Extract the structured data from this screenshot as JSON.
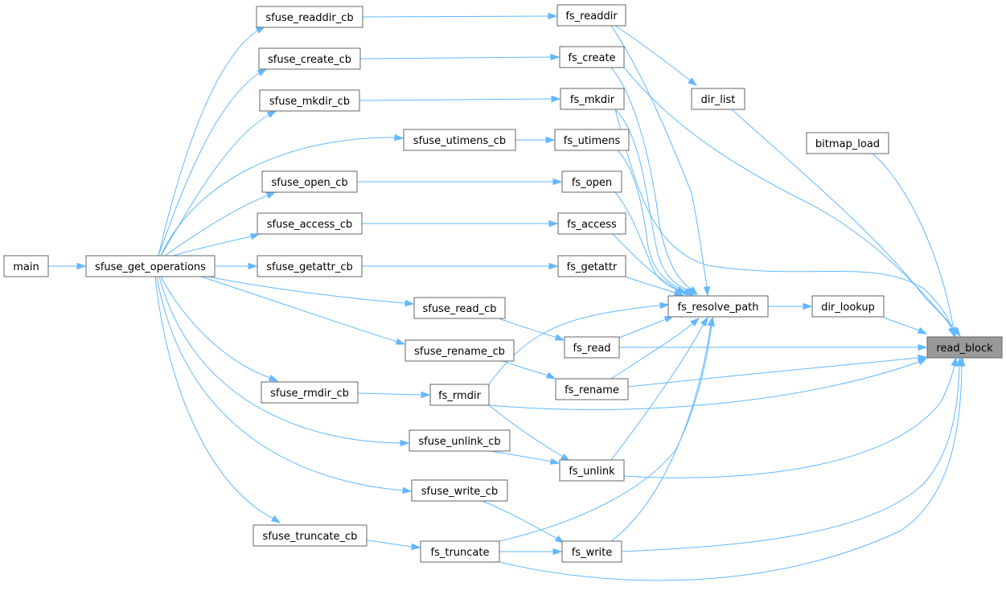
{
  "graph": {
    "highlighted": "read_block",
    "edge_color": "#63b8ff",
    "node_border_color": "#666666",
    "highlight_fill": "#999999",
    "nodes": [
      {
        "id": "main",
        "label": "main"
      },
      {
        "id": "sfuse_get_operations",
        "label": "sfuse_get_operations"
      },
      {
        "id": "sfuse_readdir_cb",
        "label": "sfuse_readdir_cb"
      },
      {
        "id": "sfuse_create_cb",
        "label": "sfuse_create_cb"
      },
      {
        "id": "sfuse_mkdir_cb",
        "label": "sfuse_mkdir_cb"
      },
      {
        "id": "sfuse_utimens_cb",
        "label": "sfuse_utimens_cb"
      },
      {
        "id": "sfuse_open_cb",
        "label": "sfuse_open_cb"
      },
      {
        "id": "sfuse_access_cb",
        "label": "sfuse_access_cb"
      },
      {
        "id": "sfuse_getattr_cb",
        "label": "sfuse_getattr_cb"
      },
      {
        "id": "sfuse_read_cb",
        "label": "sfuse_read_cb"
      },
      {
        "id": "sfuse_rename_cb",
        "label": "sfuse_rename_cb"
      },
      {
        "id": "sfuse_rmdir_cb",
        "label": "sfuse_rmdir_cb"
      },
      {
        "id": "sfuse_unlink_cb",
        "label": "sfuse_unlink_cb"
      },
      {
        "id": "sfuse_write_cb",
        "label": "sfuse_write_cb"
      },
      {
        "id": "sfuse_truncate_cb",
        "label": "sfuse_truncate_cb"
      },
      {
        "id": "fs_readdir",
        "label": "fs_readdir"
      },
      {
        "id": "fs_create",
        "label": "fs_create"
      },
      {
        "id": "fs_mkdir",
        "label": "fs_mkdir"
      },
      {
        "id": "fs_utimens",
        "label": "fs_utimens"
      },
      {
        "id": "fs_open",
        "label": "fs_open"
      },
      {
        "id": "fs_access",
        "label": "fs_access"
      },
      {
        "id": "fs_getattr",
        "label": "fs_getattr"
      },
      {
        "id": "fs_read",
        "label": "fs_read"
      },
      {
        "id": "fs_rename",
        "label": "fs_rename"
      },
      {
        "id": "fs_rmdir",
        "label": "fs_rmdir"
      },
      {
        "id": "fs_unlink",
        "label": "fs_unlink"
      },
      {
        "id": "fs_truncate",
        "label": "fs_truncate"
      },
      {
        "id": "fs_write",
        "label": "fs_write"
      },
      {
        "id": "dir_list",
        "label": "dir_list"
      },
      {
        "id": "bitmap_load",
        "label": "bitmap_load"
      },
      {
        "id": "fs_resolve_path",
        "label": "fs_resolve_path"
      },
      {
        "id": "dir_lookup",
        "label": "dir_lookup"
      },
      {
        "id": "read_block",
        "label": "read_block"
      }
    ],
    "edges": [
      {
        "from": "main",
        "to": "sfuse_get_operations"
      },
      {
        "from": "sfuse_get_operations",
        "to": "sfuse_readdir_cb"
      },
      {
        "from": "sfuse_get_operations",
        "to": "sfuse_create_cb"
      },
      {
        "from": "sfuse_get_operations",
        "to": "sfuse_mkdir_cb"
      },
      {
        "from": "sfuse_get_operations",
        "to": "sfuse_utimens_cb"
      },
      {
        "from": "sfuse_get_operations",
        "to": "sfuse_open_cb"
      },
      {
        "from": "sfuse_get_operations",
        "to": "sfuse_access_cb"
      },
      {
        "from": "sfuse_get_operations",
        "to": "sfuse_getattr_cb"
      },
      {
        "from": "sfuse_get_operations",
        "to": "sfuse_read_cb"
      },
      {
        "from": "sfuse_get_operations",
        "to": "sfuse_rename_cb"
      },
      {
        "from": "sfuse_get_operations",
        "to": "sfuse_rmdir_cb"
      },
      {
        "from": "sfuse_get_operations",
        "to": "sfuse_unlink_cb"
      },
      {
        "from": "sfuse_get_operations",
        "to": "sfuse_write_cb"
      },
      {
        "from": "sfuse_get_operations",
        "to": "sfuse_truncate_cb"
      },
      {
        "from": "sfuse_readdir_cb",
        "to": "fs_readdir"
      },
      {
        "from": "sfuse_create_cb",
        "to": "fs_create"
      },
      {
        "from": "sfuse_mkdir_cb",
        "to": "fs_mkdir"
      },
      {
        "from": "sfuse_utimens_cb",
        "to": "fs_utimens"
      },
      {
        "from": "sfuse_open_cb",
        "to": "fs_open"
      },
      {
        "from": "sfuse_access_cb",
        "to": "fs_access"
      },
      {
        "from": "sfuse_getattr_cb",
        "to": "fs_getattr"
      },
      {
        "from": "sfuse_read_cb",
        "to": "fs_read"
      },
      {
        "from": "sfuse_rename_cb",
        "to": "fs_rename"
      },
      {
        "from": "sfuse_rmdir_cb",
        "to": "fs_rmdir"
      },
      {
        "from": "sfuse_unlink_cb",
        "to": "fs_unlink"
      },
      {
        "from": "sfuse_write_cb",
        "to": "fs_write"
      },
      {
        "from": "sfuse_truncate_cb",
        "to": "fs_truncate"
      },
      {
        "from": "fs_readdir",
        "to": "dir_list"
      },
      {
        "from": "fs_readdir",
        "to": "fs_resolve_path"
      },
      {
        "from": "fs_create",
        "to": "fs_resolve_path"
      },
      {
        "from": "fs_create",
        "to": "read_block"
      },
      {
        "from": "fs_mkdir",
        "to": "fs_resolve_path"
      },
      {
        "from": "fs_mkdir",
        "to": "read_block"
      },
      {
        "from": "fs_utimens",
        "to": "fs_resolve_path"
      },
      {
        "from": "fs_open",
        "to": "fs_resolve_path"
      },
      {
        "from": "fs_access",
        "to": "fs_resolve_path"
      },
      {
        "from": "fs_getattr",
        "to": "fs_resolve_path"
      },
      {
        "from": "fs_read",
        "to": "fs_resolve_path"
      },
      {
        "from": "fs_read",
        "to": "read_block"
      },
      {
        "from": "fs_rename",
        "to": "fs_resolve_path"
      },
      {
        "from": "fs_rename",
        "to": "read_block"
      },
      {
        "from": "fs_rmdir",
        "to": "fs_resolve_path"
      },
      {
        "from": "fs_rmdir",
        "to": "fs_unlink"
      },
      {
        "from": "fs_rmdir",
        "to": "read_block"
      },
      {
        "from": "fs_unlink",
        "to": "fs_resolve_path"
      },
      {
        "from": "fs_unlink",
        "to": "read_block"
      },
      {
        "from": "fs_truncate",
        "to": "fs_resolve_path"
      },
      {
        "from": "fs_truncate",
        "to": "fs_write"
      },
      {
        "from": "fs_truncate",
        "to": "read_block"
      },
      {
        "from": "fs_write",
        "to": "fs_resolve_path"
      },
      {
        "from": "fs_write",
        "to": "read_block"
      },
      {
        "from": "dir_list",
        "to": "read_block"
      },
      {
        "from": "bitmap_load",
        "to": "read_block"
      },
      {
        "from": "fs_resolve_path",
        "to": "dir_lookup"
      },
      {
        "from": "dir_lookup",
        "to": "read_block"
      }
    ]
  }
}
